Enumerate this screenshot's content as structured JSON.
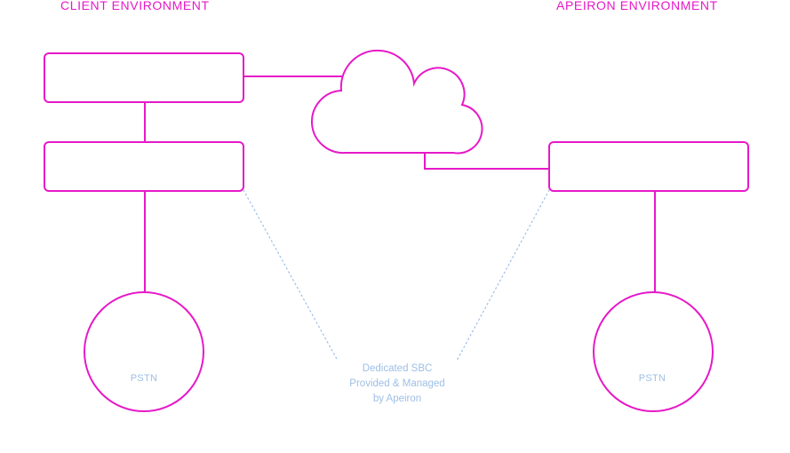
{
  "headings": {
    "client": "CLIENT ENVIRONMENT",
    "apeiron": "APEIRON ENVIRONMENT"
  },
  "nodes": {
    "pstn_left": "PSTN",
    "pstn_right": "PSTN"
  },
  "note": {
    "line1": "Dedicated SBC",
    "line2": "Provided & Managed",
    "line3": "by Apeiron"
  },
  "colors": {
    "accent": "#e619c8",
    "note_text": "#9ebfe6",
    "dotted_line": "#9ebfe6",
    "background": "#ffffff"
  }
}
